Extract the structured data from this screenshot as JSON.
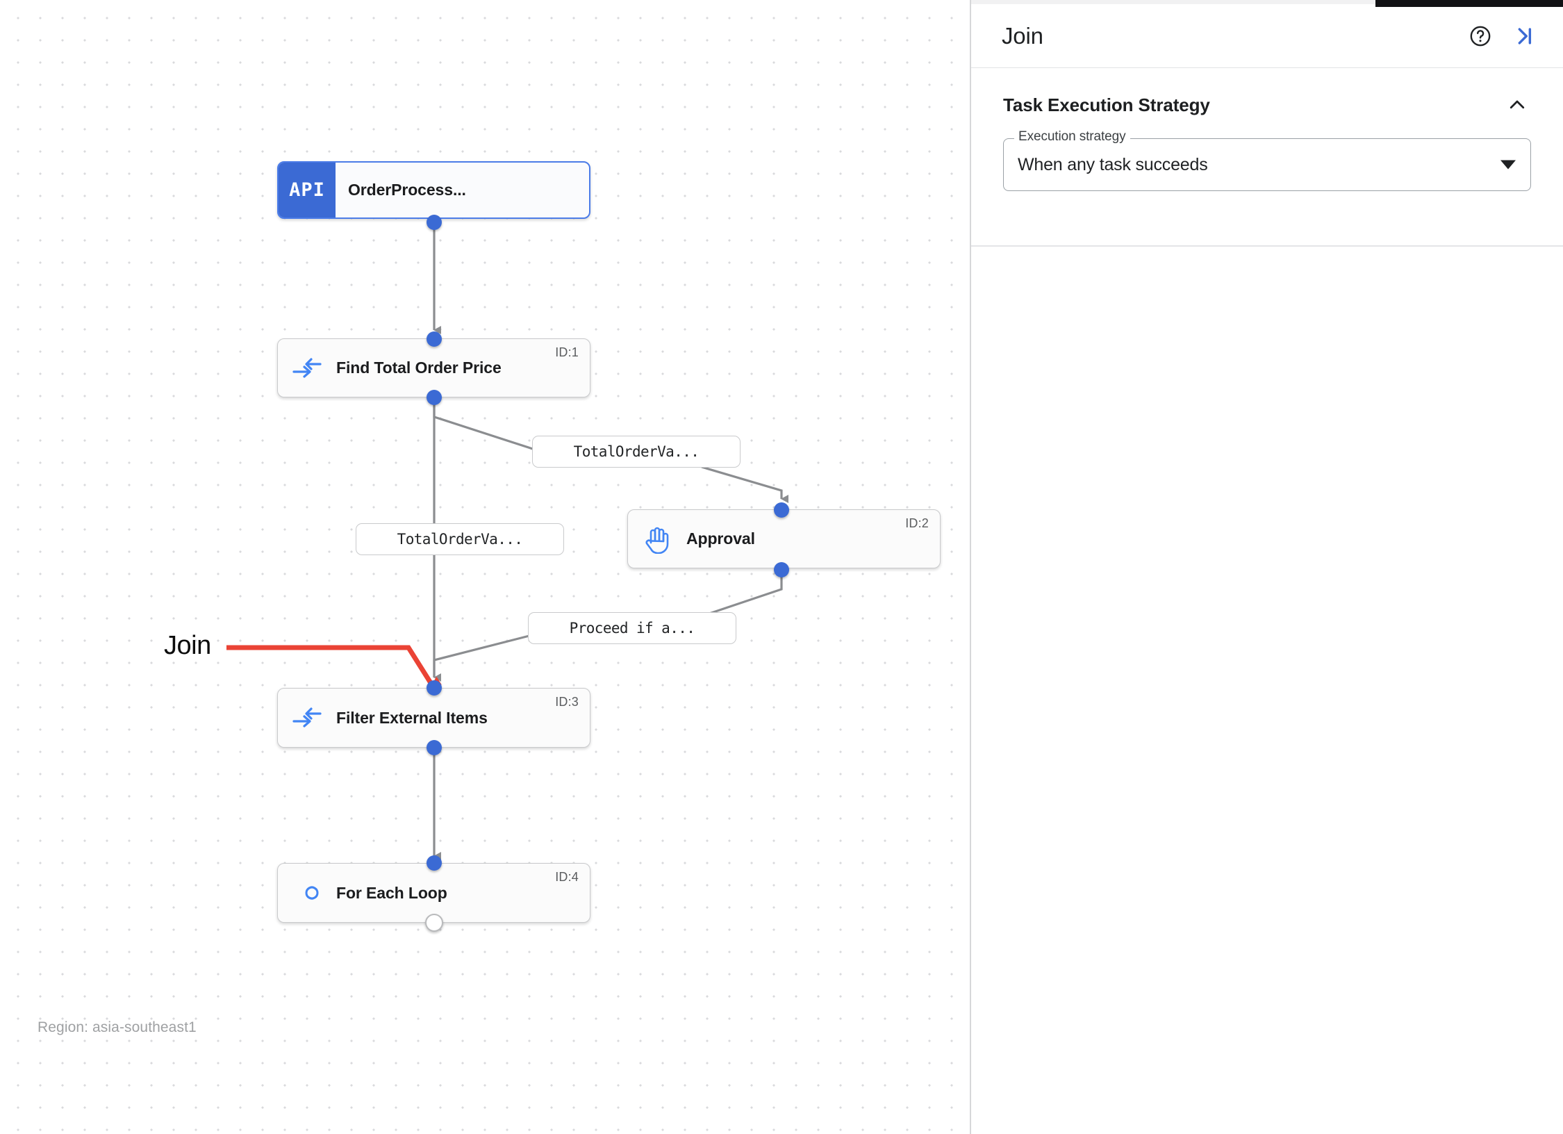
{
  "canvas": {
    "region_label": "Region: asia-southeast1",
    "annotation": {
      "label": "Join",
      "color": "#ea4335"
    },
    "nodes": [
      {
        "id": "n0",
        "badge": "API",
        "title": "OrderProcess...",
        "id_label": "",
        "icon": "api-badge-icon",
        "selected": true
      },
      {
        "id": "n1",
        "title": "Find Total Order Price",
        "id_label": "ID:1",
        "icon": "data-mapping-icon",
        "selected": false
      },
      {
        "id": "n2",
        "title": "Approval",
        "id_label": "ID:2",
        "icon": "hand-approval-icon",
        "selected": false
      },
      {
        "id": "n3",
        "title": "Filter External Items",
        "id_label": "ID:3",
        "icon": "data-mapping-icon",
        "selected": false
      },
      {
        "id": "n4",
        "title": "For Each Loop",
        "id_label": "ID:4",
        "icon": "infinity-loop-icon",
        "selected": false
      }
    ],
    "edge_labels": [
      {
        "id": "e1",
        "text": "TotalOrderVa..."
      },
      {
        "id": "e2",
        "text": "TotalOrderVa..."
      },
      {
        "id": "e3",
        "text": "Proceed if a..."
      }
    ],
    "colors": {
      "connector": "#3b6ad4",
      "edge_line": "#8b8d90",
      "node_border": "#c9cacc",
      "selected_border": "#4b7ce8",
      "api_badge": "#3b6ad4"
    }
  },
  "panel": {
    "title": "Join",
    "help_icon": "help-circle-icon",
    "collapse_icon": "collapse-panel-icon",
    "section": {
      "title": "Task Execution Strategy",
      "chevron": "chevron-up-icon",
      "field": {
        "legend": "Execution strategy",
        "value": "When any task succeeds",
        "caret": "chevron-down-icon"
      }
    }
  }
}
